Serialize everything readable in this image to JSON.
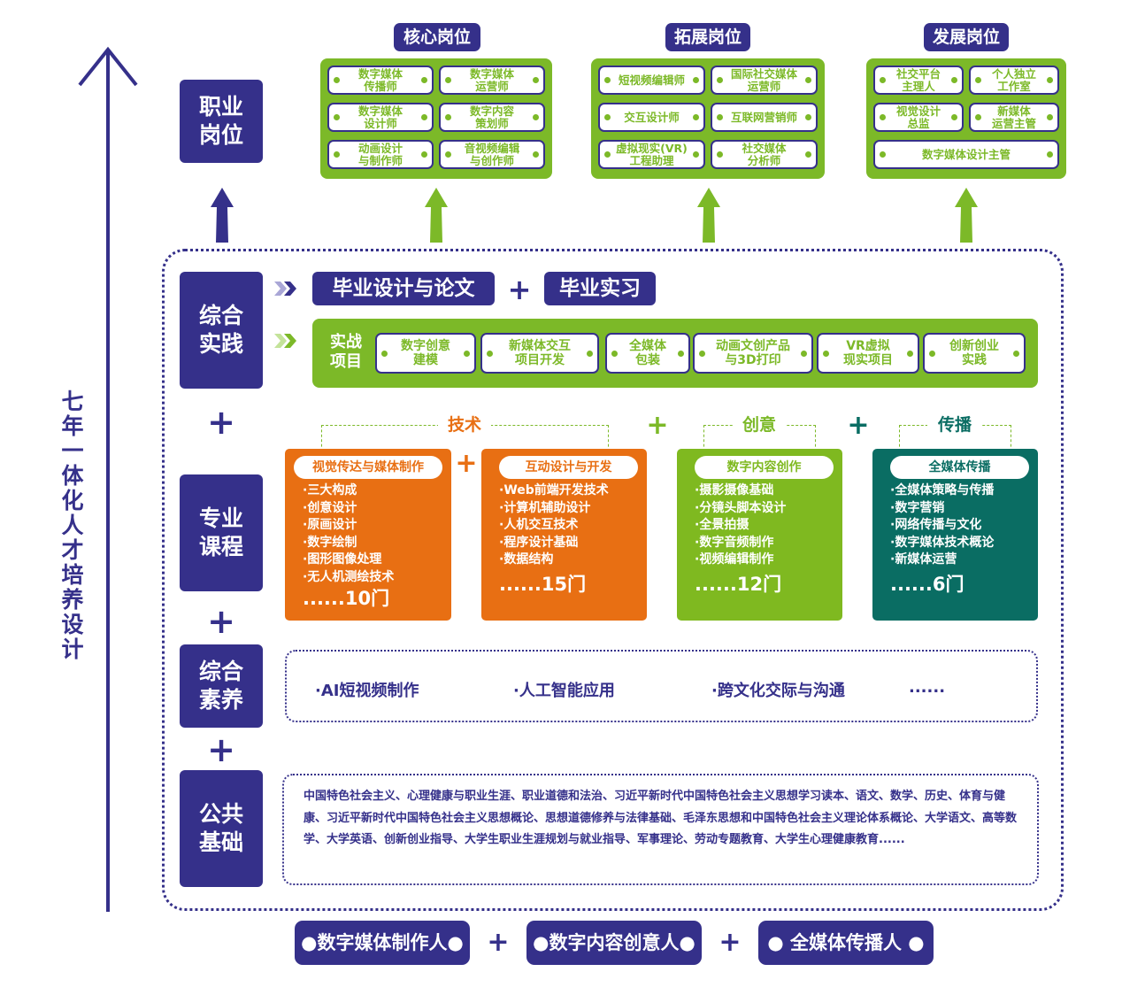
{
  "axis_title": "七年一体化人才培养设计",
  "categories": {
    "career": "职业\n岗位",
    "practice": "综合\n实践",
    "major_courses": "专业\n课程",
    "literacy": "综合\n素养",
    "public_basics": "公共\n基础"
  },
  "plus_symbol": "+",
  "job_sections": [
    {
      "title": "核心岗位",
      "jobs": [
        "数字媒体\n传播师",
        "数字媒体\n运营师",
        "数字媒体\n设计师",
        "数字内容\n策划师",
        "动画设计\n与制作师",
        "音视频编辑\n与创作师"
      ]
    },
    {
      "title": "拓展岗位",
      "jobs": [
        "短视频编辑师",
        "国际社交媒体\n运营师",
        "交互设计师",
        "互联网营销师",
        "虚拟现实(VR)\n工程助理",
        "社交媒体\n分析师"
      ]
    },
    {
      "title": "发展岗位",
      "jobs": [
        "社交平台\n主理人",
        "个人独立\n工作室",
        "视觉设计\n总监",
        "新媒体\n运营主管",
        "数字媒体设计主管"
      ]
    }
  ],
  "practice": {
    "chevron": "»",
    "graduation_design": "毕业设计与论文",
    "internship": "毕业实习",
    "projects_label": "实战\n项目",
    "projects": [
      "数字创意\n建模",
      "新媒体交互\n项目开发",
      "全媒体\n包装",
      "动画文创产品\n与3D打印",
      "VR虚拟\n现实项目",
      "创新创业\n实践"
    ]
  },
  "course_groups": {
    "tech": "技术",
    "creative": "创意",
    "communication": "传播"
  },
  "courses": [
    {
      "title": "视觉传达与媒体制作",
      "items": [
        "·三大构成",
        "·创意设计",
        "·原画设计",
        "·数字绘制",
        "·图形图像处理",
        "·无人机测绘技术"
      ],
      "count": "......10门",
      "color": "#e86f13"
    },
    {
      "title": "互动设计与开发",
      "items": [
        "·Web前端开发技术",
        "·计算机辅助设计",
        "·人机交互技术",
        "·程序设计基础",
        "·数据结构"
      ],
      "count": "......15门",
      "color": "#e86f13"
    },
    {
      "title": "数字内容创作",
      "items": [
        "·摄影摄像基础",
        "·分镜头脚本设计",
        "·全景拍摄",
        "·数字音频制作",
        "·视频编辑制作"
      ],
      "count": "......12门",
      "color": "#7fb920"
    },
    {
      "title": "全媒体传播",
      "items": [
        "·全媒体策略与传播",
        "·数字营销",
        "·网络传播与文化",
        "·数字媒体技术概论",
        "·新媒体运营"
      ],
      "count": "......6门",
      "color": "#0a6d63"
    }
  ],
  "literacy_items": [
    "·AI短视频制作",
    "·人工智能应用",
    "·跨文化交际与沟通",
    "......"
  ],
  "public_basics_text": "中国特色社会主义、心理健康与职业生涯、职业道德和法治、习近平新时代中国特色社会主义思想学习读本、语文、数学、历史、体育与健康、习近平新时代中国特色社会主义思想概论、思想道德修养与法律基础、毛泽东思想和中国特色社会主义理论体系概论、大学语文、高等数学、大学英语、创新创业指导、大学生职业生涯规划与就业指导、军事理论、劳动专题教育、大学生心理健康教育......",
  "talent_types": [
    "●数字媒体制作人●",
    "●数字内容创意人●",
    "● 全媒体传播人 ●"
  ],
  "colors": {
    "navy": "#35308a",
    "green": "#7cb928",
    "orange": "#e86f13",
    "teal": "#0a6d63"
  }
}
